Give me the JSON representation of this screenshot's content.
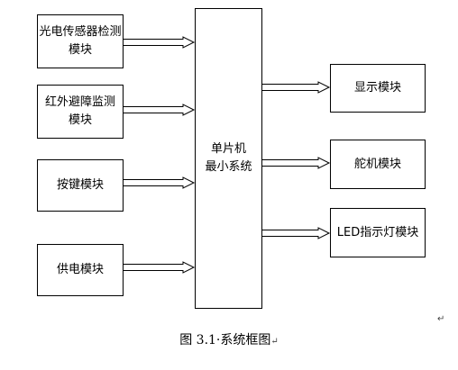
{
  "inputs": [
    {
      "label": "光电传感器检测\n模块"
    },
    {
      "label": "红外避障监测\n模块"
    },
    {
      "label": "按键模块"
    },
    {
      "label": "供电模块"
    }
  ],
  "center": {
    "label": "单片机\n最小系统"
  },
  "outputs": [
    {
      "label": "显示模块"
    },
    {
      "label": "舵机模块"
    },
    {
      "label": "LED指示灯模块"
    }
  ],
  "caption": "图 3.1·系统框图",
  "caption_mark": "↵",
  "corner_mark": "↵"
}
